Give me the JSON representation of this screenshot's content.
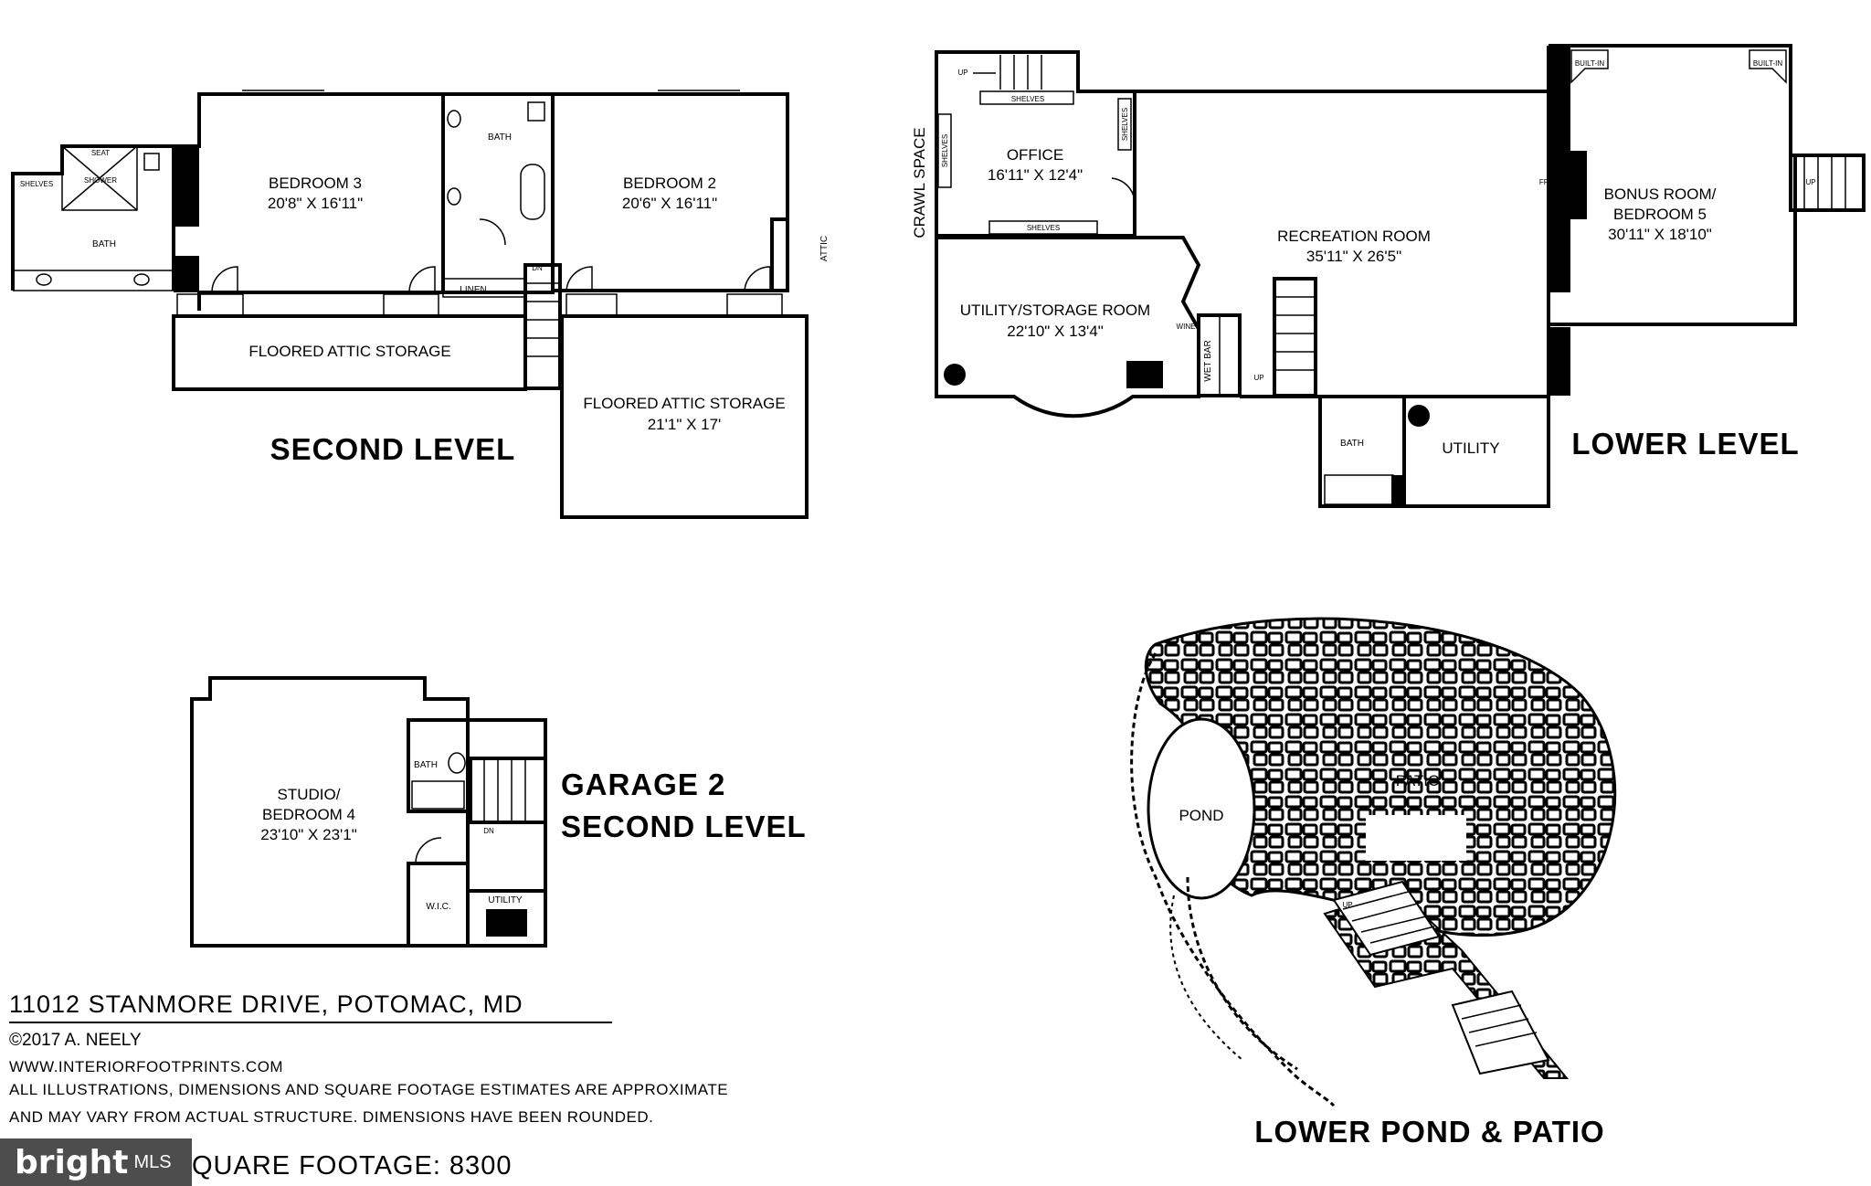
{
  "second_level": {
    "title": "SECOND LEVEL",
    "rooms": {
      "bedroom3_name": "BEDROOM 3",
      "bedroom3_dim": "20'8\" X 16'11\"",
      "bedroom2_name": "BEDROOM 2",
      "bedroom2_dim": "20'6\" X 16'11\"",
      "bath_center": "BATH",
      "bath_left": "BATH",
      "shelves": "SHELVES",
      "seat": "SEAT",
      "shower": "SHOWER",
      "linen": "LINEN",
      "dn": "DN",
      "attic": "ATTIC",
      "attic_storage_left": "FLOORED ATTIC STORAGE",
      "attic_storage_right": "FLOORED ATTIC STORAGE",
      "attic_storage_right_dim": "21'1\" X 17'"
    }
  },
  "lower_level": {
    "title": "LOWER LEVEL",
    "rooms": {
      "office_name": "OFFICE",
      "office_dim": "16'11\" X 12'4\"",
      "shelves_top": "SHELVES",
      "shelves_bottom": "SHELVES",
      "shelves_left": "SHELVES",
      "shelves_right": "SHELVES",
      "crawl_space": "CRAWL SPACE",
      "up_office": "UP",
      "utility_storage_name": "UTILITY/STORAGE ROOM",
      "utility_storage_dim": "22'10\" X 13'4\"",
      "wine": "WINE",
      "wet_bar": "WET BAR",
      "recreation_name": "RECREATION ROOM",
      "recreation_dim": "35'11\" X 26'5\"",
      "up_rec": "UP",
      "bonus_name": "BONUS ROOM/",
      "bonus_name2": "BEDROOM 5",
      "bonus_dim": "30'11\" X 18'10\"",
      "built_in_left": "BUILT-IN",
      "built_in_right": "BUILT-IN",
      "fp": "FP",
      "up_bonus": "UP",
      "bath": "BATH",
      "utility": "UTILITY"
    }
  },
  "garage2": {
    "title_line1": "GARAGE 2",
    "title_line2": "SECOND LEVEL",
    "rooms": {
      "studio_name": "STUDIO/",
      "studio_name2": "BEDROOM 4",
      "studio_dim": "23'10\" X 23'1\"",
      "bath": "BATH",
      "dn": "DN",
      "wic": "W.I.C.",
      "utility": "UTILITY"
    }
  },
  "pond_patio": {
    "title": "LOWER POND & PATIO",
    "pond": "POND",
    "patio": "PATIO",
    "up": "UP"
  },
  "footer": {
    "address": "11012 STANMORE DRIVE, POTOMAC, MD",
    "copyright": "©2017 A. NEELY",
    "website": "WWW.INTERIORFOOTPRINTS.COM",
    "disclaimer1": "ALL ILLUSTRATIONS, DIMENSIONS AND SQUARE FOOTAGE ESTIMATES ARE APPROXIMATE",
    "disclaimer2": "AND MAY VARY FROM ACTUAL STRUCTURE. DIMENSIONS HAVE BEEN ROUNDED.",
    "square_footage": "QUARE FOOTAGE: 8300"
  },
  "badge": {
    "brand": "bright",
    "suffix": "MLS"
  }
}
